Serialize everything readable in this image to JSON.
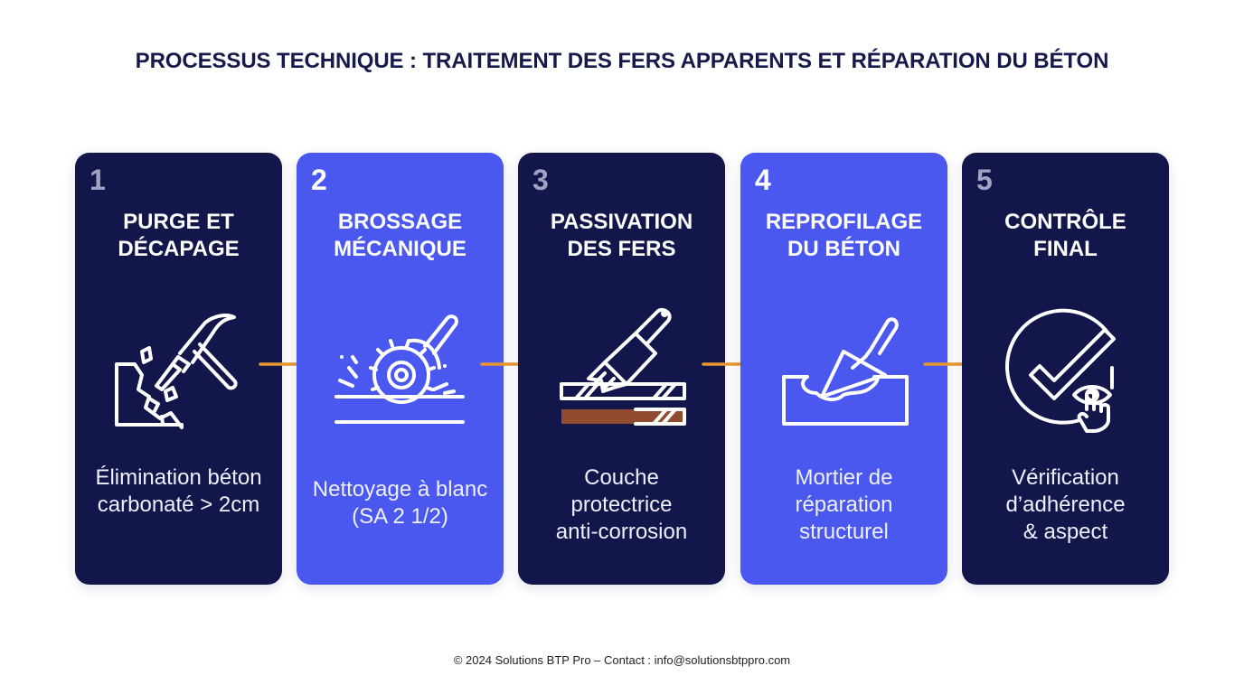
{
  "title": "PROCESSUS TECHNIQUE : TRAITEMENT DES FERS APPARENTS ET RÉPARATION DU BÉTON",
  "colors": {
    "dark": "#12164a",
    "blue": "#4a58ef",
    "arrow": "#e8962e",
    "rust": "#a0522d"
  },
  "steps": [
    {
      "number": "1",
      "title": "PURGE ET\nDÉCAPAGE",
      "icon": "hammer-breaking-concrete-icon",
      "description": "Élimination béton\ncarbonaté > 2cm",
      "style": "dark"
    },
    {
      "number": "2",
      "title": "BROSSAGE\nMÉCANIQUE",
      "icon": "angle-grinder-icon",
      "description": "Nettoyage à blanc\n(SA 2 1/2)",
      "style": "blue"
    },
    {
      "number": "3",
      "title": "PASSIVATION\nDES FERS",
      "icon": "paintbrush-rebar-icon",
      "description": "Couche\nprotectrice\nanti-corrosion",
      "style": "dark"
    },
    {
      "number": "4",
      "title": "REPROFILAGE\nDU BÉTON",
      "icon": "trowel-mortar-icon",
      "description": "Mortier de\nréparation\nstructurel",
      "style": "blue"
    },
    {
      "number": "5",
      "title": "CONTRÔLE\nFINAL",
      "icon": "check-eye-inspection-icon",
      "description": "Vérification\nd’adhérence\n& aspect",
      "style": "dark"
    }
  ],
  "footer": "© 2024 Solutions BTP Pro – Contact : info@solutionsbtppro.com"
}
